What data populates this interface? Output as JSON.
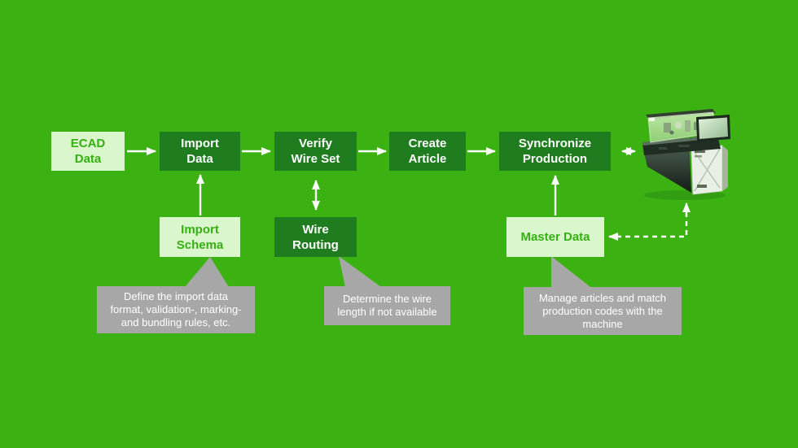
{
  "canvas": {
    "background_color": "#3cb212"
  },
  "palette": {
    "dark_box": "#1f7d20",
    "light_box": "#d9f6cc",
    "light_box_text": "#35b011",
    "tooltip_bg": "#a7a7a7",
    "tooltip_text": "#ffffff",
    "arrow": "#ffffff"
  },
  "flow": {
    "nodes": [
      {
        "id": "ecad-data",
        "label": "ECAD\nData",
        "style": "light"
      },
      {
        "id": "import-data",
        "label": "Import\nData",
        "style": "dark"
      },
      {
        "id": "verify-wire-set",
        "label": "Verify\nWire Set",
        "style": "dark"
      },
      {
        "id": "create-article",
        "label": "Create\nArticle",
        "style": "dark"
      },
      {
        "id": "synchronize-production",
        "label": "Synchronize\nProduction",
        "style": "dark"
      },
      {
        "id": "import-schema",
        "label": "Import\nSchema",
        "style": "light"
      },
      {
        "id": "wire-routing",
        "label": "Wire\nRouting",
        "style": "dark"
      },
      {
        "id": "master-data",
        "label": "Master Data",
        "style": "light"
      }
    ],
    "arrows": [
      {
        "from": "ecad-data",
        "to": "import-data",
        "type": "solid"
      },
      {
        "from": "import-data",
        "to": "verify-wire-set",
        "type": "solid"
      },
      {
        "from": "verify-wire-set",
        "to": "create-article",
        "type": "solid"
      },
      {
        "from": "create-article",
        "to": "synchronize-production",
        "type": "solid"
      },
      {
        "from": "synchronize-production",
        "to": "machine",
        "type": "solid-double"
      },
      {
        "from": "import-schema",
        "to": "import-data",
        "type": "solid"
      },
      {
        "from": "wire-routing",
        "to": "verify-wire-set",
        "type": "solid-double"
      },
      {
        "from": "master-data",
        "to": "synchronize-production",
        "type": "solid"
      },
      {
        "from": "machine",
        "to": "master-data",
        "type": "dashed-double"
      }
    ]
  },
  "tooltips": [
    {
      "target": "import-schema",
      "text": "Define the import data\nformat, validation-, marking-\nand bundling rules, etc."
    },
    {
      "target": "wire-routing",
      "text": "Determine the wire\nlength if not available"
    },
    {
      "target": "master-data",
      "text": "Manage articles and match\nproduction codes with the\nmachine"
    }
  ],
  "machine_image": "wire-processing-machine"
}
